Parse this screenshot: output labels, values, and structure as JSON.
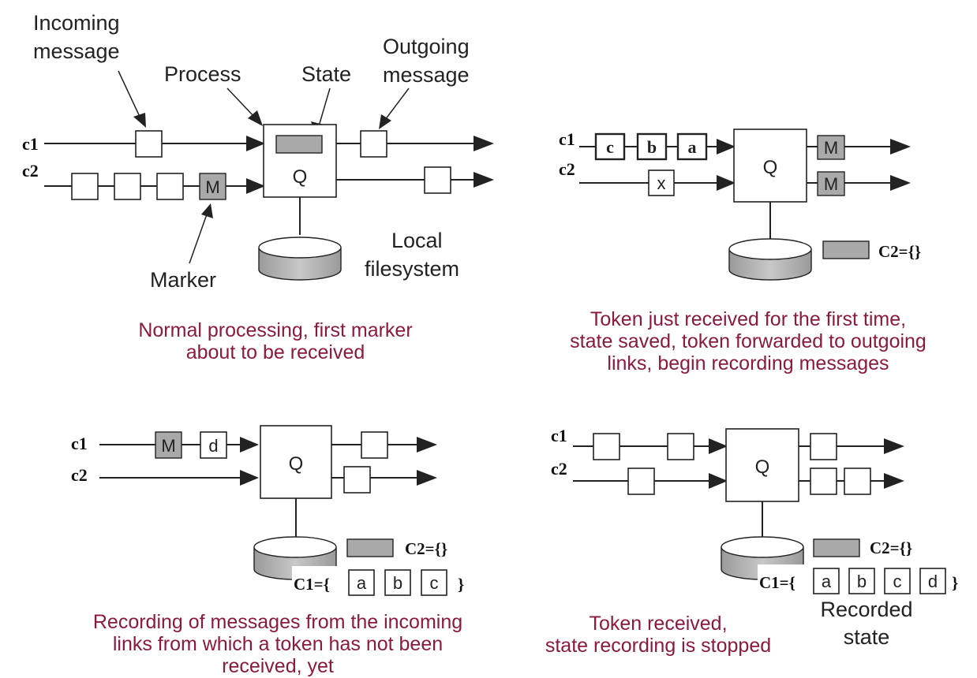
{
  "panels": [
    {
      "id": "p1",
      "channels": [
        "c1",
        "c2"
      ],
      "process": "Q",
      "labels": {
        "incoming": [
          "Incoming",
          "message"
        ],
        "process": "Process",
        "state": "State",
        "outgoing": [
          "Outgoing",
          "message"
        ],
        "marker": "Marker",
        "local_fs": [
          "Local",
          "filesystem"
        ]
      },
      "marker": "M",
      "caption": [
        "Normal processing, first marker",
        "about to be received"
      ]
    },
    {
      "id": "p2",
      "channels": [
        "c1",
        "c2"
      ],
      "process": "Q",
      "c1_msgs": [
        "c",
        "b",
        "a"
      ],
      "c2_msgs": [
        "x"
      ],
      "out_msgs": [
        "M",
        "M"
      ],
      "c2_set": "C2={}",
      "caption": [
        "Token just received for the first time,",
        "state saved, token forwarded to outgoing",
        "links, begin recording messages"
      ]
    },
    {
      "id": "p3",
      "channels": [
        "c1",
        "c2"
      ],
      "process": "Q",
      "c1_msgs": [
        "M",
        "d"
      ],
      "c2_set": "C2={}",
      "c1_set_prefix": "C1={",
      "c1_set_items": [
        "a",
        "b",
        "c"
      ],
      "c1_set_suffix": "}",
      "caption": [
        "Recording of messages from the incoming",
        "links from which a token has not been",
        "received, yet"
      ]
    },
    {
      "id": "p4",
      "channels": [
        "c1",
        "c2"
      ],
      "process": "Q",
      "c2_set": "C2={}",
      "c1_set_prefix": "C1={",
      "c1_set_items": [
        "a",
        "b",
        "c",
        "d"
      ],
      "c1_set_suffix": "}",
      "recorded": [
        "Recorded",
        "state"
      ],
      "caption": [
        "Token received,",
        "state recording is stopped"
      ]
    }
  ],
  "colors": {
    "caption": "#8b1a3c",
    "gray_fill": "#a9a9a9",
    "ink": "#222222"
  }
}
